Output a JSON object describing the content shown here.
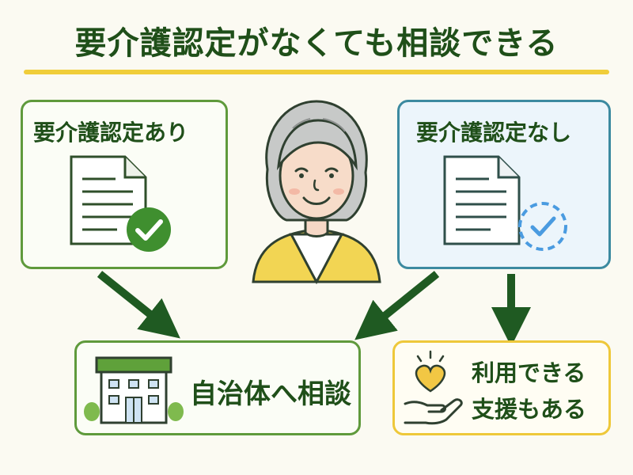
{
  "title": "要介護認定がなくても相談できる",
  "boxes": {
    "with_certification": {
      "label": "要介護認定あり"
    },
    "without_certification": {
      "label": "要介護認定なし"
    },
    "municipality": {
      "label": "自治体へ相談"
    },
    "support": {
      "line1": "利用できる",
      "line2": "支援もある"
    }
  },
  "icons": {
    "document_with_check": "document-with-check-icon",
    "document_with_dashed_check": "document-with-dashed-check-icon",
    "elderly_woman": "elderly-woman-icon",
    "building": "municipal-building-icon",
    "heart_hand": "heart-in-hand-icon"
  },
  "colors": {
    "title": "#1f4f19",
    "accent_rule": "#f0cd3a",
    "green_border": "#5f9a3c",
    "blue_border": "#3c8aa0",
    "yellow_border": "#eec83a",
    "arrow": "#1f5a22",
    "check_green": "#3f8f2f",
    "check_blue": "#4a9be0"
  }
}
